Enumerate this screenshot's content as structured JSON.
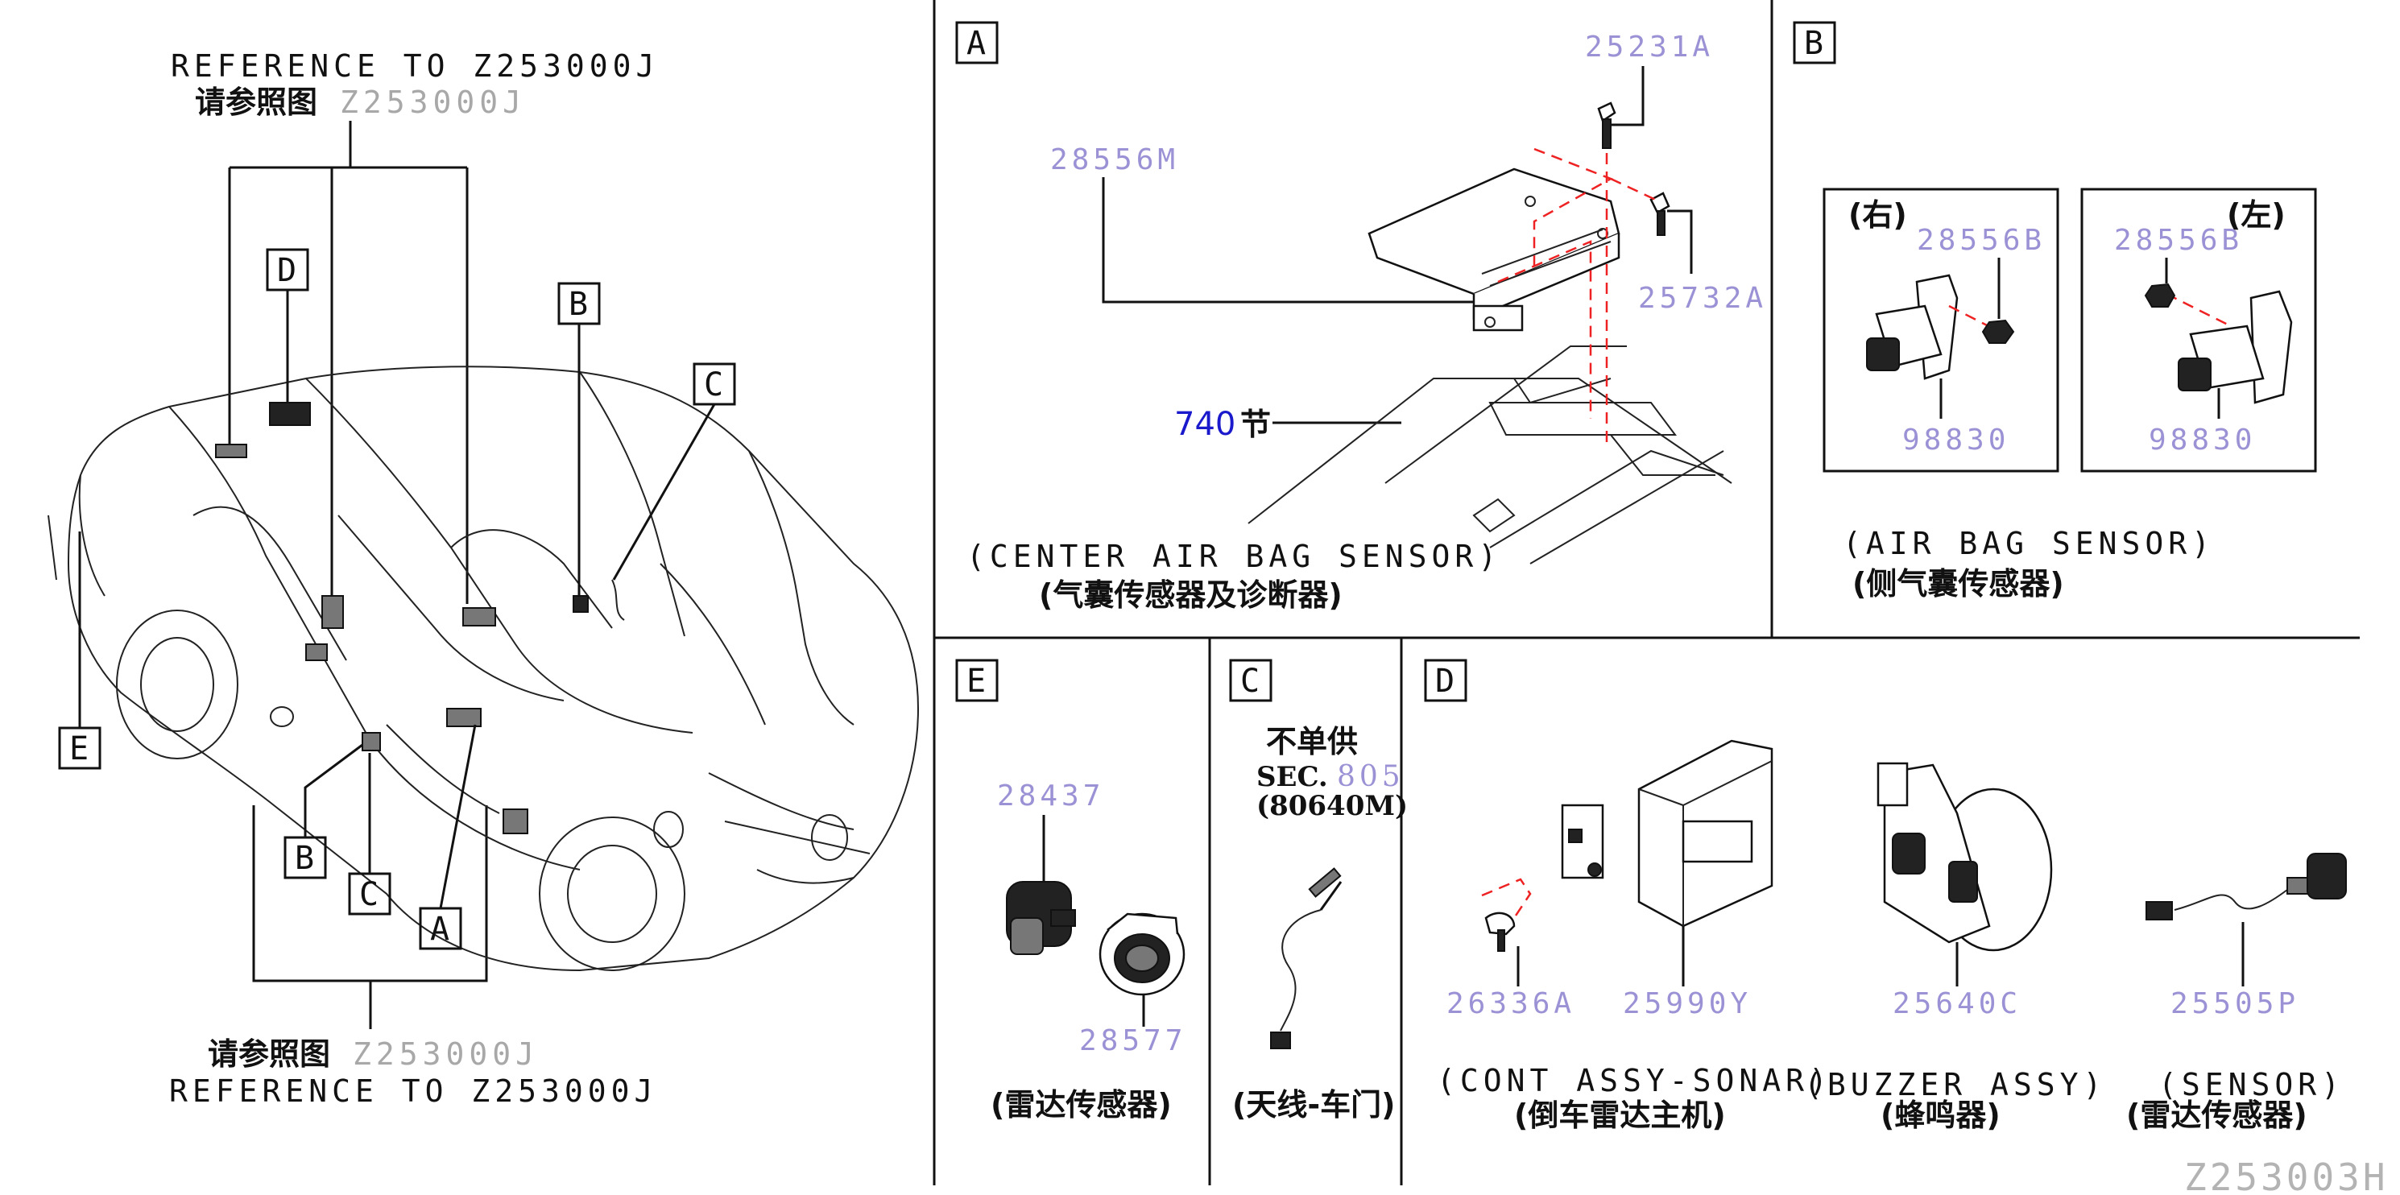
{
  "overview": {
    "top_ref_en": "REFERENCE TO Z253000J",
    "top_ref_cn": "请参照图",
    "top_ref_cn_code": "Z253000J",
    "bottom_ref_cn": "请参照图",
    "bottom_ref_cn_code": "Z253000J",
    "bottom_ref_en": "REFERENCE TO Z253000J",
    "callouts": [
      "D",
      "B",
      "C",
      "E",
      "B",
      "C",
      "A"
    ]
  },
  "panel_a": {
    "letter": "A",
    "parts": [
      "25231A",
      "28556M",
      "25732A"
    ],
    "section_num": "740",
    "section_suffix": "节",
    "caption_en": "(CENTER AIR BAG SENSOR)",
    "caption_cn": "(气囊传感器及诊断器)"
  },
  "panel_b": {
    "letter": "B",
    "right_label": "(右)",
    "left_label": "(左)",
    "parts_right": [
      "28556B",
      "98830"
    ],
    "parts_left": [
      "28556B",
      "98830"
    ],
    "caption_en": "(AIR BAG SENSOR)",
    "caption_cn": "(侧气囊传感器)"
  },
  "panel_e": {
    "letter": "E",
    "parts": [
      "28437",
      "28577"
    ],
    "caption_cn": "(雷达传感器)"
  },
  "panel_c": {
    "letter": "C",
    "note_line1": "不单供",
    "note_sec": "SEC.",
    "note_sec_num": "805",
    "note_line3": "(80640M)",
    "caption_cn": "(天线-车门)"
  },
  "panel_d": {
    "letter": "D",
    "parts": [
      "26336A",
      "25990Y",
      "25640C",
      "25505P"
    ],
    "caption1_en": "(CONT ASSY-SONAR)",
    "caption1_cn": "(倒车雷达主机)",
    "caption2_en": "(BUZZER ASSY)",
    "caption2_cn": "(蜂鸣器)",
    "caption3_en": "(SENSOR)",
    "caption3_cn": "(雷达传感器)"
  },
  "footer_code": "Z253003H",
  "colors": {
    "line": "#111111",
    "part_number": "#9b92d6",
    "section_blue": "#1a1acc",
    "dashed_red": "#ee2222",
    "gray_text": "#a8a8a8"
  }
}
